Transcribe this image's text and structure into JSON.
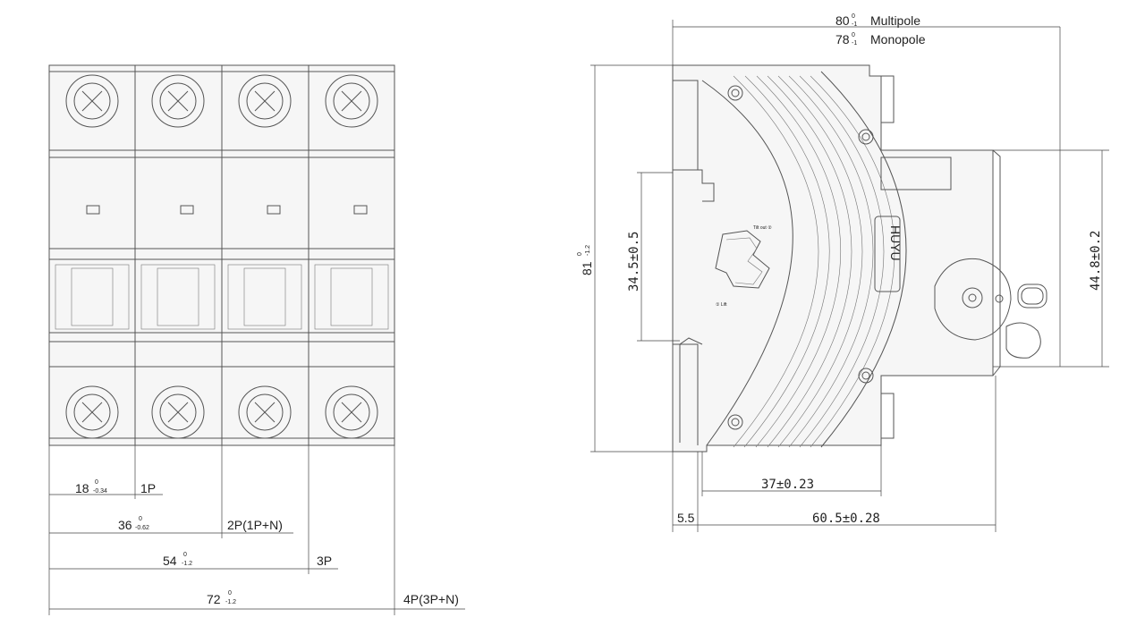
{
  "front_view": {
    "dimensions": [
      {
        "value": "18",
        "tol_top": "0",
        "tol_bottom": "-0.34",
        "label": "1P"
      },
      {
        "value": "36",
        "tol_top": "0",
        "tol_bottom": "-0.62",
        "label": "2P(1P+N)"
      },
      {
        "value": "54",
        "tol_top": "0",
        "tol_bottom": "-1.2",
        "label": "3P"
      },
      {
        "value": "72",
        "tol_top": "0",
        "tol_bottom": "-1.2",
        "label": "4P(3P+N)"
      }
    ]
  },
  "side_view": {
    "width_multipole": {
      "value": "80",
      "tol_top": "0",
      "tol_bottom": "-1",
      "label": "Multipole"
    },
    "width_monopole": {
      "value": "78",
      "tol_top": "0",
      "tol_bottom": "-1",
      "label": "Monopole"
    },
    "height": {
      "value": "81",
      "tol_top": "0",
      "tol_bottom": "-1.2"
    },
    "rail_height": "34.5±0.5",
    "right_height": "44.8±0.2",
    "dim_37": "37±0.23",
    "dim_55": "5.5",
    "dim_605": "60.5±0.28",
    "brand": "HUYU",
    "tilt_text": "Tilt out ②",
    "lift_text": "① Lift"
  }
}
